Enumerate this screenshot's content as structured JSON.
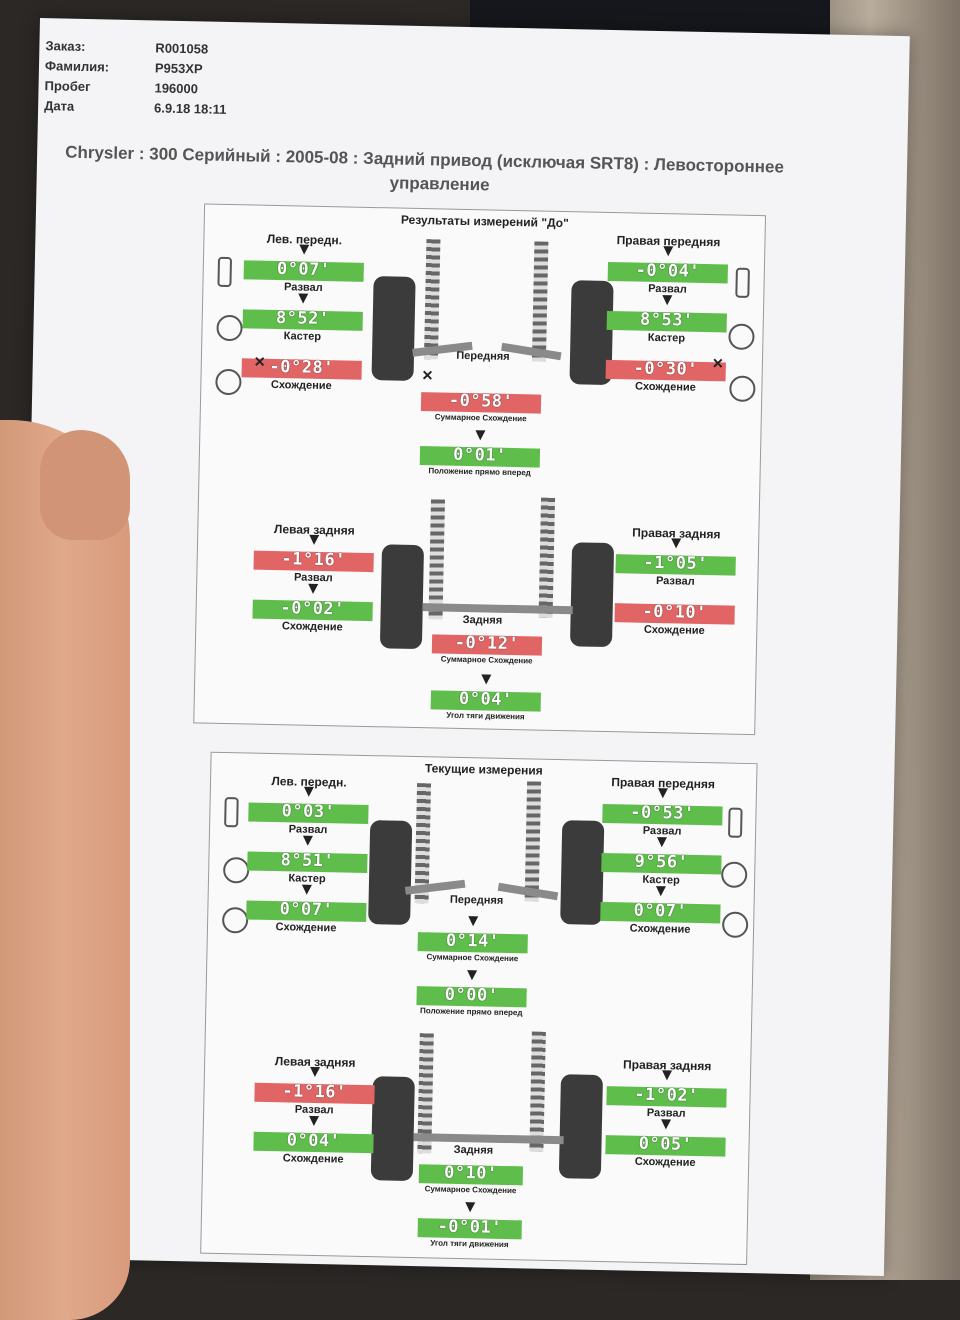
{
  "header": {
    "order_label": "Заказ:",
    "order_value": "R001058",
    "surname_label": "Фамилия:",
    "surname_value": "Р953ХР",
    "mileage_label": "Пробег",
    "mileage_value": "196000",
    "date_label": "Дата",
    "date_value": "6.9.18 18:11"
  },
  "vehicle_title": "Chrysler : 300 Серийный : 2005-08 : Задний привод (исключая SRT8) : Левостороннее",
  "vehicle_title_2": "управление",
  "before": {
    "title": "Результаты измерений \"До\"",
    "front_label": "Передняя",
    "rear_label": "Задняя",
    "lf": {
      "name": "Лев. передн.",
      "camber": "0°07'",
      "camber_cap": "Развал",
      "caster": "8°52'",
      "caster_cap": "Кастер",
      "toe": "-0°28'",
      "toe_cap": "Схождение"
    },
    "rf": {
      "name": "Правая передняя",
      "camber": "-0°04'",
      "camber_cap": "Развал",
      "caster": "8°53'",
      "caster_cap": "Кастер",
      "toe": "-0°30'",
      "toe_cap": "Схождение"
    },
    "front_total": {
      "value": "-0°58'",
      "cap": "Суммарное Схождение"
    },
    "steer_ahead": {
      "value": "0°01'",
      "cap": "Положение прямо вперед"
    },
    "lr": {
      "name": "Левая задняя",
      "camber": "-1°16'",
      "camber_cap": "Развал",
      "toe": "-0°02'",
      "toe_cap": "Схождение"
    },
    "rr": {
      "name": "Правая задняя",
      "camber": "-1°05'",
      "camber_cap": "Развал",
      "toe": "-0°10'",
      "toe_cap": "Схождение"
    },
    "rear_total": {
      "value": "-0°12'",
      "cap": "Суммарное Схождение"
    },
    "thrust": {
      "value": "0°04'",
      "cap": "Угол тяги движения"
    }
  },
  "current": {
    "title": "Текущие измерения",
    "front_label": "Передняя",
    "rear_label": "Задняя",
    "lf": {
      "name": "Лев. передн.",
      "camber": "0°03'",
      "camber_cap": "Развал",
      "caster": "8°51'",
      "caster_cap": "Кастер",
      "toe": "0°07'",
      "toe_cap": "Схождение"
    },
    "rf": {
      "name": "Правая передняя",
      "camber": "-0°53'",
      "camber_cap": "Развал",
      "caster": "9°56'",
      "caster_cap": "Кастер",
      "toe": "0°07'",
      "toe_cap": "Схождение"
    },
    "front_total": {
      "value": "0°14'",
      "cap": "Суммарное Схождение"
    },
    "steer_ahead": {
      "value": "0°00'",
      "cap": "Положение прямо вперед"
    },
    "lr": {
      "name": "Левая задняя",
      "camber": "-1°16'",
      "camber_cap": "Развал",
      "toe": "0°04'",
      "toe_cap": "Схождение"
    },
    "rr": {
      "name": "Правая задняя",
      "camber": "-1°02'",
      "camber_cap": "Развал",
      "toe": "0°05'",
      "toe_cap": "Схождение"
    },
    "rear_total": {
      "value": "0°10'",
      "cap": "Суммарное Схождение"
    },
    "thrust": {
      "value": "-0°01'",
      "cap": "Угол тяги движения"
    }
  },
  "colors": {
    "in_spec": "#5fbe4b",
    "out_of_spec": "#e26566"
  }
}
